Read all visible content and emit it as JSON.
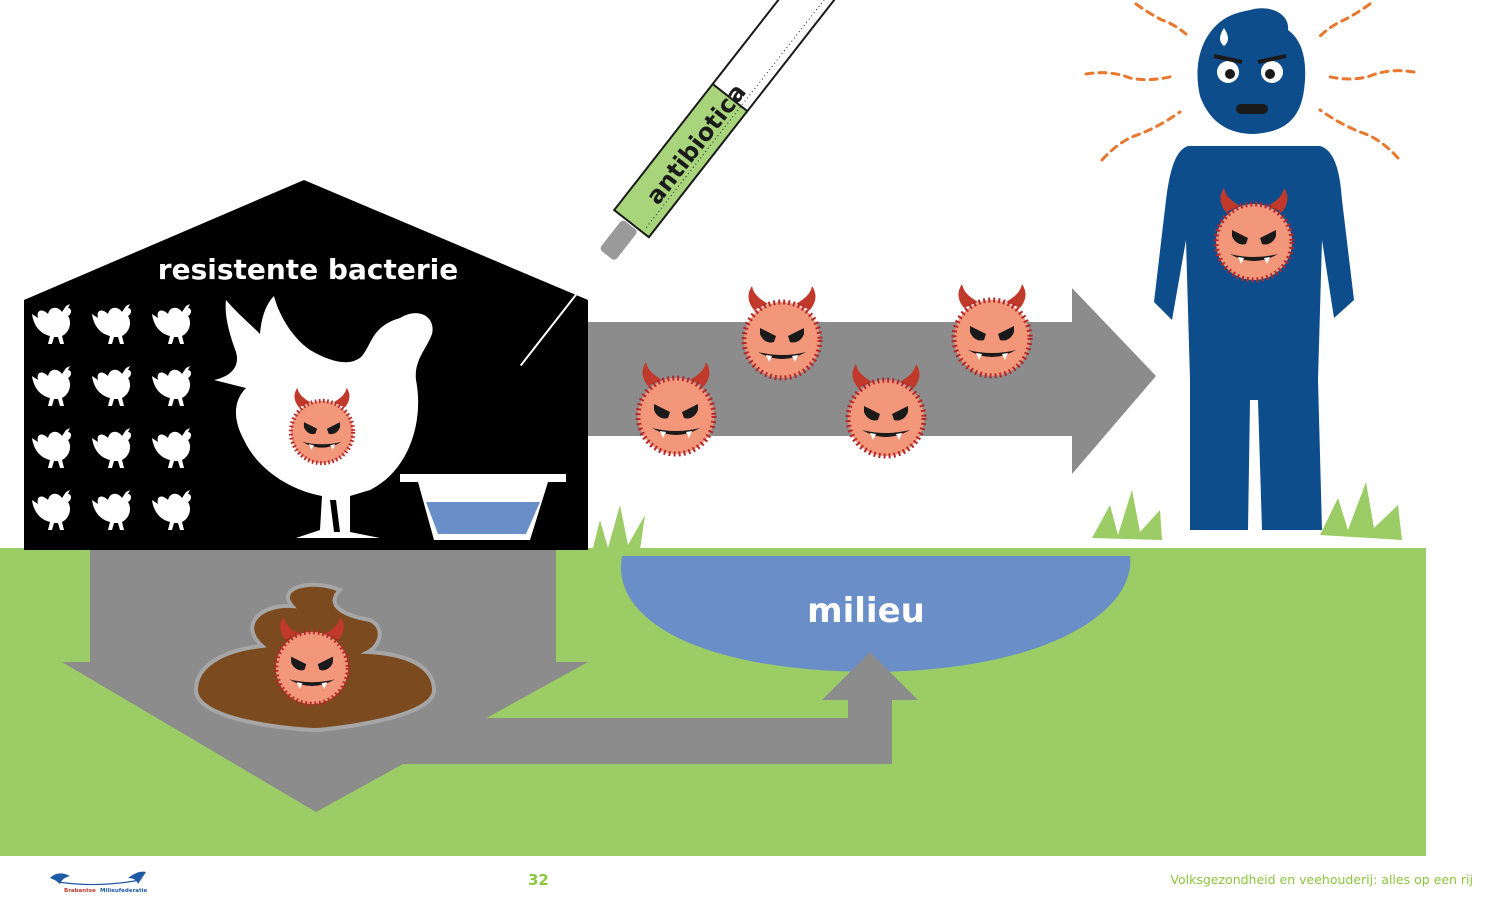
{
  "labels": {
    "barn": "resistente bacterie",
    "syringe": "antibiotica",
    "pond": "milieu"
  },
  "footer": {
    "page_number": "32",
    "publication_title": "Volksgezondheid en veehouderij: alles op een rij",
    "logo_left": "Brabantse",
    "logo_right": "Milieufederatie"
  },
  "colors": {
    "grass": "#9ccc65",
    "barn": "#000000",
    "arrow": "#8c8c8c",
    "water": "#6a8fc8",
    "person": "#0e4d8c",
    "bacteria": "#f2977a",
    "bacteria_dots": "#b5282a",
    "horns": "#c0392b",
    "manure": "#7b4a1f",
    "antibiotic": "#a8d47c",
    "accent": "#8cc63f",
    "heat": "#e8782f"
  },
  "icons": [
    "chicken-icon",
    "bacteria-icon",
    "syringe-icon",
    "water-bowl-icon",
    "manure-icon",
    "person-icon"
  ]
}
